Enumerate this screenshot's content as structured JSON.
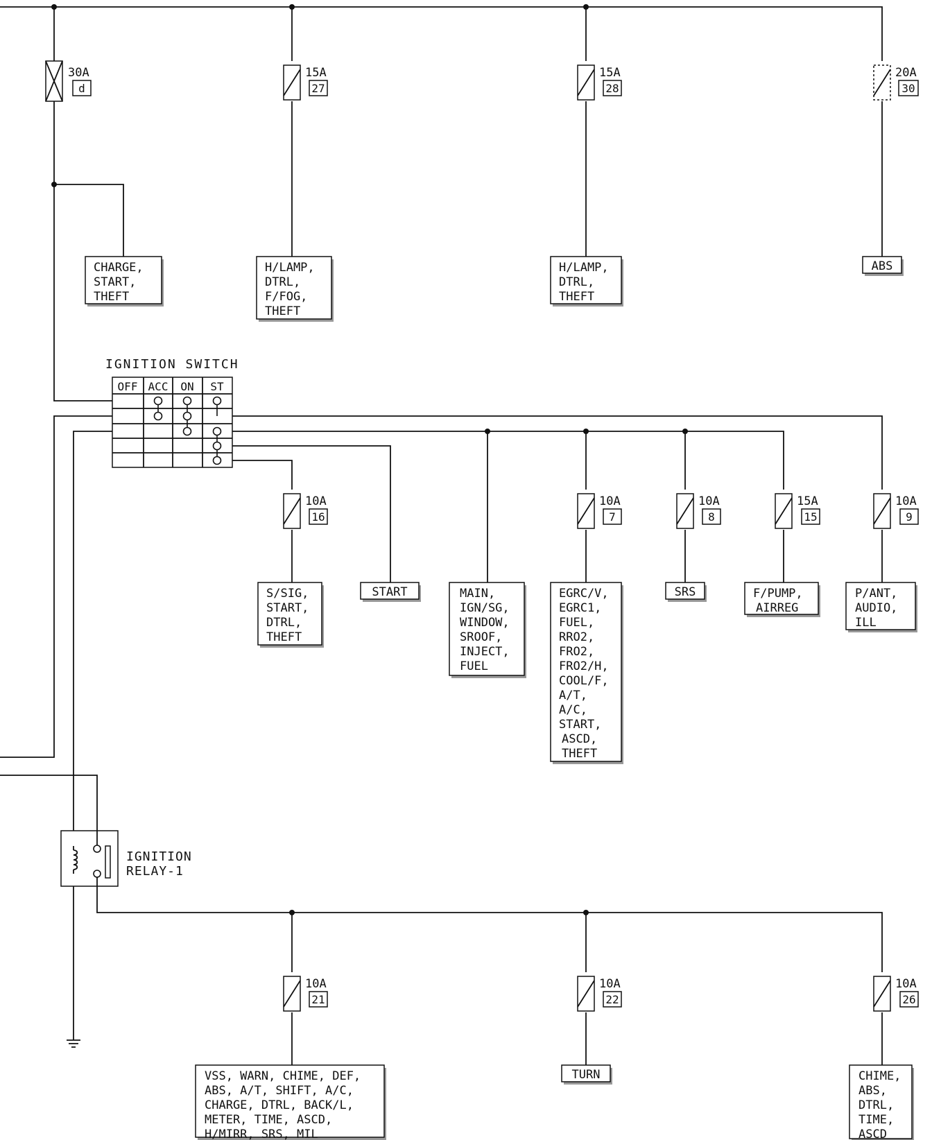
{
  "fuses": [
    {
      "id": "fuse-d",
      "rating": "30A",
      "number": "d"
    },
    {
      "id": "fuse-27",
      "rating": "15A",
      "number": "27"
    },
    {
      "id": "fuse-28",
      "rating": "15A",
      "number": "28"
    },
    {
      "id": "fuse-30",
      "rating": "20A",
      "number": "30"
    },
    {
      "id": "fuse-16",
      "rating": "10A",
      "number": "16"
    },
    {
      "id": "fuse-7",
      "rating": "10A",
      "number": "7"
    },
    {
      "id": "fuse-8",
      "rating": "10A",
      "number": "8"
    },
    {
      "id": "fuse-15",
      "rating": "15A",
      "number": "15"
    },
    {
      "id": "fuse-9",
      "rating": "10A",
      "number": "9"
    },
    {
      "id": "fuse-21",
      "rating": "10A",
      "number": "21"
    },
    {
      "id": "fuse-22",
      "rating": "10A",
      "number": "22"
    },
    {
      "id": "fuse-26",
      "rating": "10A",
      "number": "26"
    }
  ],
  "circuits": [
    {
      "id": "charge-start-theft",
      "lines": [
        "CHARGE,",
        "START,",
        "THEFT"
      ]
    },
    {
      "id": "hlamp-ffog",
      "lines": [
        "H/LAMP,",
        "DTRL,",
        "F/FOG,",
        "THEFT"
      ]
    },
    {
      "id": "hlamp-theft",
      "lines": [
        "H/LAMP,",
        "DTRL,",
        "THEFT"
      ]
    },
    {
      "id": "abs",
      "lines": [
        "ABS"
      ]
    },
    {
      "id": "ssig",
      "lines": [
        "S/SIG,",
        "START,",
        "DTRL,",
        "THEFT"
      ]
    },
    {
      "id": "start",
      "lines": [
        "START"
      ]
    },
    {
      "id": "main",
      "lines": [
        "MAIN,",
        "IGN/SG,",
        "WINDOW,",
        "SROOF,",
        "INJECT,",
        "FUEL"
      ]
    },
    {
      "id": "egrc",
      "lines": [
        "EGRC/V,",
        "EGRC1,",
        "FUEL,",
        "RRO2,",
        "FRO2,",
        "FRO2/H,",
        "COOL/F,",
        "A/T,",
        "A/C,",
        "START,",
        "ASCD,",
        "THEFT"
      ]
    },
    {
      "id": "srs",
      "lines": [
        "SRS"
      ]
    },
    {
      "id": "fpump",
      "lines": [
        "F/PUMP,",
        "AIRREG"
      ]
    },
    {
      "id": "pant",
      "lines": [
        "P/ANT,",
        "AUDIO,",
        "ILL"
      ]
    },
    {
      "id": "vss",
      "lines": [
        "VSS, WARN, CHIME, DEF,",
        "ABS, A/T, SHIFT, A/C,",
        "CHARGE, DTRL, BACK/L,",
        "METER, TIME, ASCD,",
        "H/MIRR, SRS, MIL"
      ]
    },
    {
      "id": "turn",
      "lines": [
        "TURN"
      ]
    },
    {
      "id": "chime",
      "lines": [
        "CHIME,",
        "ABS,",
        "DTRL,",
        "TIME,",
        "ASCD"
      ]
    }
  ],
  "ignition_switch": {
    "title": "IGNITION SWITCH",
    "positions": [
      "OFF",
      "ACC",
      "ON",
      "ST"
    ]
  },
  "ignition_relay": {
    "lines": [
      "IGNITION",
      "RELAY-1"
    ]
  }
}
